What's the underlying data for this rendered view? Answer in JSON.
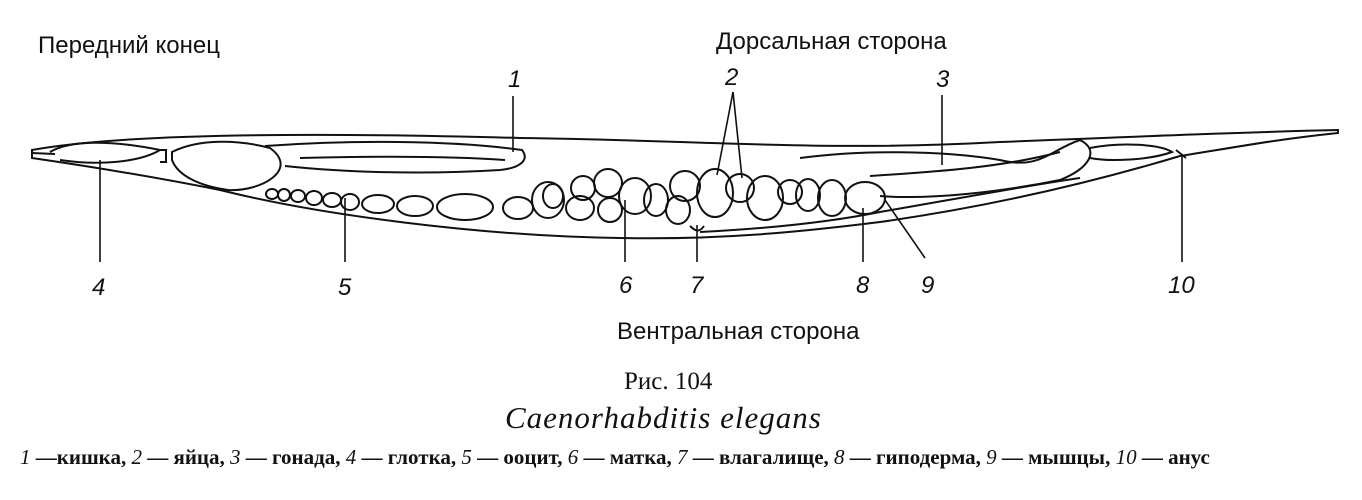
{
  "labels": {
    "anterior": "Передний конец",
    "dorsal": "Дорсальная сторона",
    "ventral": "Вентральная сторона"
  },
  "numbers": [
    "1",
    "2",
    "3",
    "4",
    "5",
    "6",
    "7",
    "8",
    "9",
    "10"
  ],
  "figure": {
    "number": "Рис. 104",
    "title": "Caenorhabditis elegans"
  },
  "legend": [
    {
      "num": "1",
      "text": "кишка"
    },
    {
      "num": "2",
      "text": "яйца"
    },
    {
      "num": "3",
      "text": "гонада"
    },
    {
      "num": "4",
      "text": "глотка"
    },
    {
      "num": "5",
      "text": "ооцит"
    },
    {
      "num": "6",
      "text": "матка"
    },
    {
      "num": "7",
      "text": "влагалище"
    },
    {
      "num": "8",
      "text": "гиподерма"
    },
    {
      "num": "9",
      "text": "мышцы"
    },
    {
      "num": "10",
      "text": "анус"
    }
  ],
  "colors": {
    "ink": "#111111",
    "paper": "#ffffff"
  }
}
